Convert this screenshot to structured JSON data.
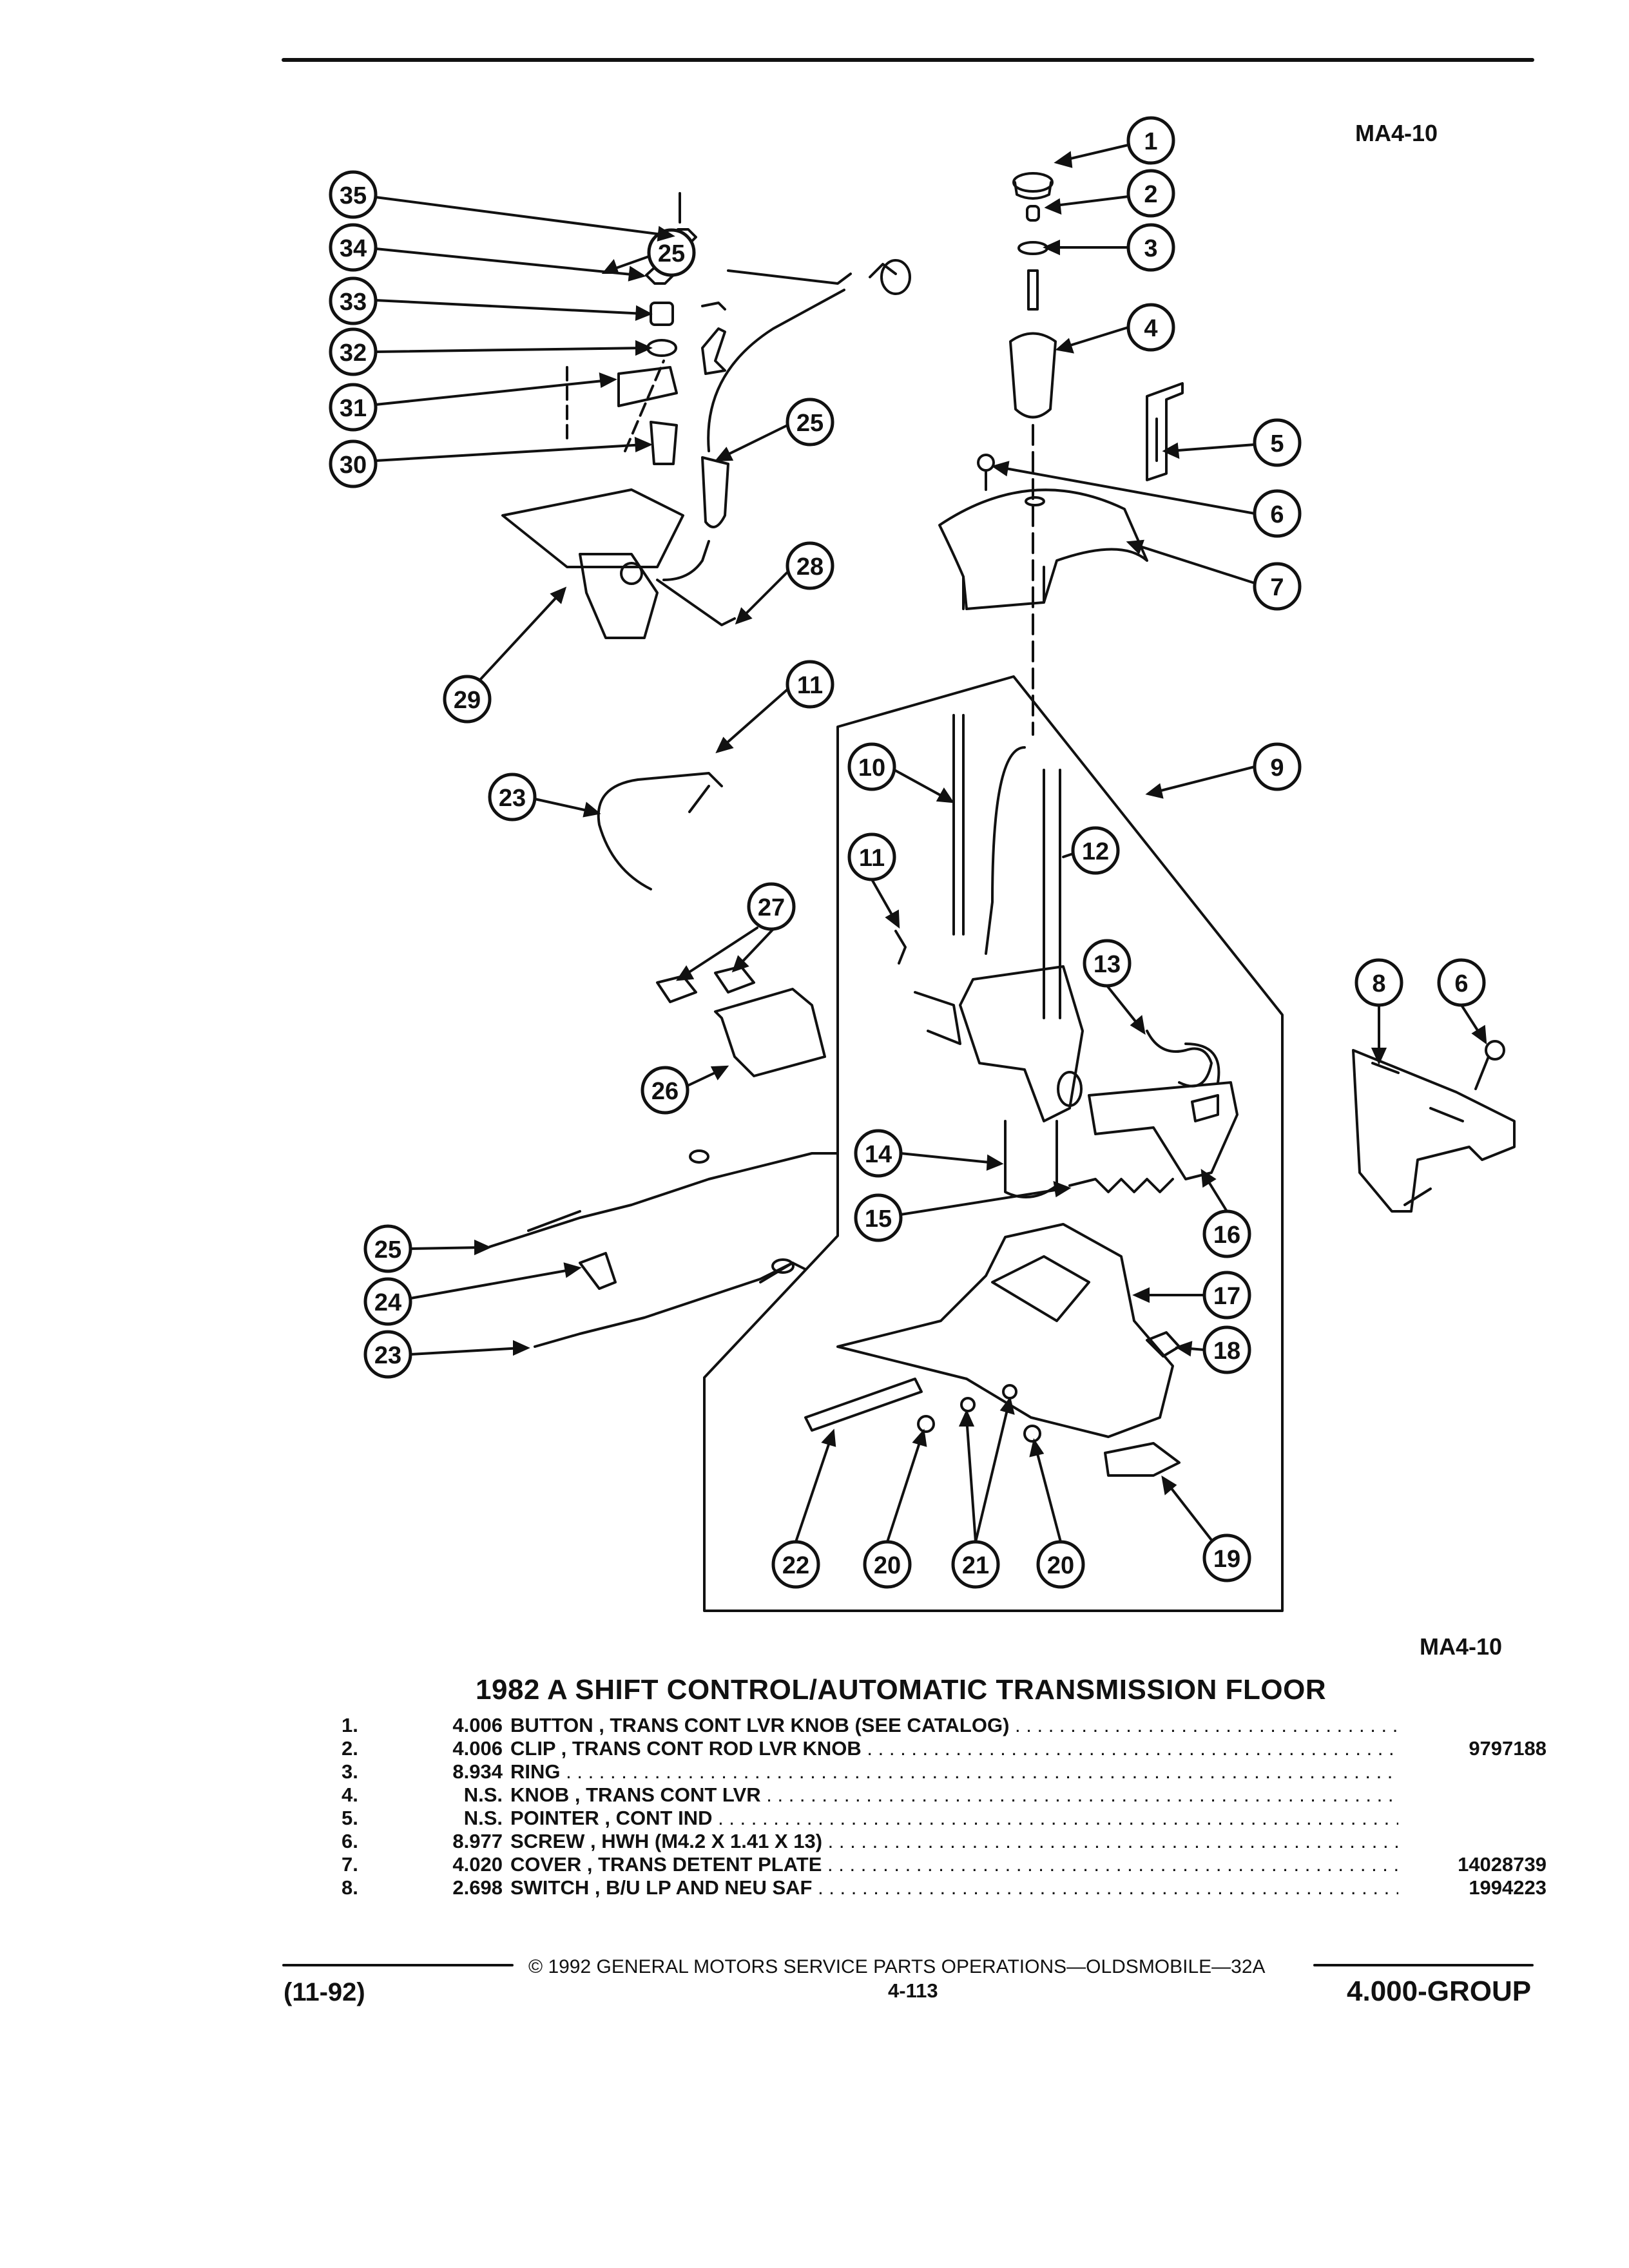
{
  "diagram_code_top": "MA4-10",
  "diagram_code_bottom": "MA4-10",
  "title": "1982 A SHIFT CONTROL/AUTOMATIC TRANSMISSION FLOOR",
  "callouts": [
    "1",
    "2",
    "3",
    "4",
    "5",
    "6",
    "7",
    "8",
    "6",
    "9",
    "10",
    "11",
    "12",
    "13",
    "14",
    "15",
    "16",
    "17",
    "18",
    "19",
    "20",
    "21",
    "20",
    "22",
    "23",
    "24",
    "25",
    "26",
    "27",
    "23",
    "11",
    "25",
    "28",
    "29",
    "30",
    "31",
    "32",
    "33",
    "34",
    "35",
    "25"
  ],
  "parts": [
    {
      "num": "1.",
      "code": "4.006",
      "desc": "BUTTON , TRANS CONT LVR KNOB (SEE CATALOG)",
      "part_no": ""
    },
    {
      "num": "2.",
      "code": "4.006",
      "desc": "CLIP , TRANS CONT ROD LVR KNOB",
      "part_no": "9797188"
    },
    {
      "num": "3.",
      "code": "8.934",
      "desc": "RING",
      "part_no": ""
    },
    {
      "num": "4.",
      "code": "N.S.",
      "desc": "KNOB , TRANS CONT LVR",
      "part_no": ""
    },
    {
      "num": "5.",
      "code": "N.S.",
      "desc": "POINTER , CONT IND",
      "part_no": ""
    },
    {
      "num": "6.",
      "code": "8.977",
      "desc": "SCREW , HWH (M4.2 X 1.41 X 13)",
      "part_no": ""
    },
    {
      "num": "7.",
      "code": "4.020",
      "desc": "COVER , TRANS DETENT PLATE",
      "part_no": "14028739"
    },
    {
      "num": "8.",
      "code": "2.698",
      "desc": "SWITCH , B/U LP AND NEU SAF",
      "part_no": "1994223"
    }
  ],
  "footer": {
    "copyright": "© 1992 GENERAL MOTORS SERVICE PARTS OPERATIONS—OLDSMOBILE—32A",
    "page_number": "4-113",
    "date": "(11-92)",
    "group": "4.000-GROUP"
  }
}
